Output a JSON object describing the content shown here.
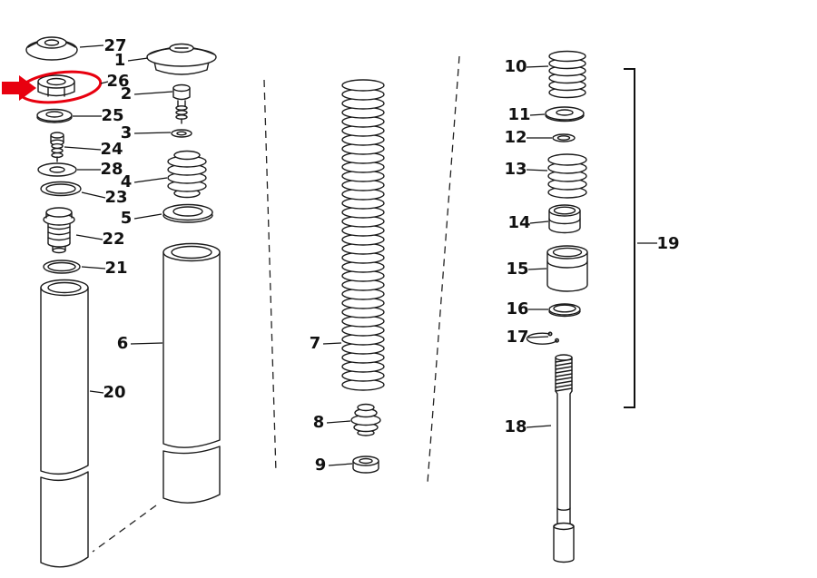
{
  "figure": {
    "background": "#ffffff",
    "line_color": "#1a1a1a",
    "highlight_color": "#e8000f",
    "highlighted_part": "26",
    "labels": {
      "1": "1",
      "2": "2",
      "3": "3",
      "4": "4",
      "5": "5",
      "6": "6",
      "7": "7",
      "8": "8",
      "9": "9",
      "10": "10",
      "11": "11",
      "12": "12",
      "13": "13",
      "14": "14",
      "15": "15",
      "16": "16",
      "17": "17",
      "18": "18",
      "19": "19",
      "20": "20",
      "21": "21",
      "22": "22",
      "23": "23",
      "24": "24",
      "25": "25",
      "26": "26",
      "27": "27",
      "28": "28"
    }
  }
}
